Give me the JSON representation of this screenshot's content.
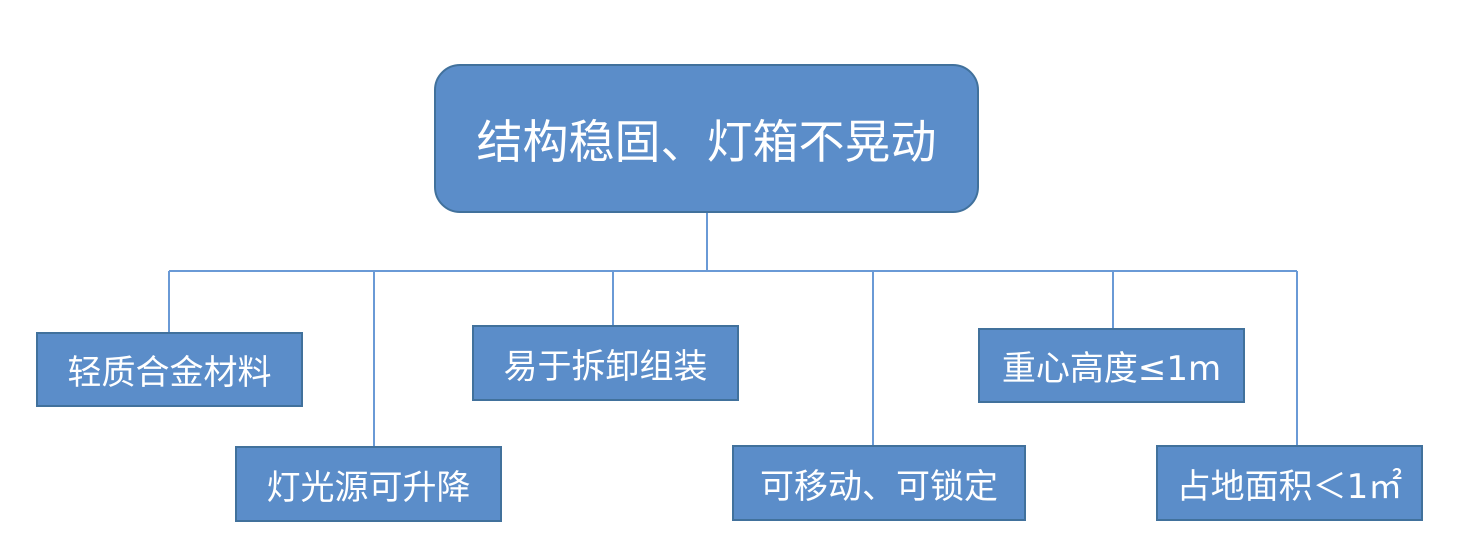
{
  "colors": {
    "box_fill": "#5b8dc9",
    "box_border": "#41719c",
    "connector": "#6a9ad6",
    "text": "#ffffff"
  },
  "root": {
    "label": "结构稳固、灯箱不晃动"
  },
  "children": [
    {
      "label": "轻质合金材料"
    },
    {
      "label": "灯光源可升降"
    },
    {
      "label": "易于拆卸组装"
    },
    {
      "label": "可移动、可锁定"
    },
    {
      "label": "重心高度≤1m"
    },
    {
      "label": "占地面积＜1㎡"
    }
  ]
}
